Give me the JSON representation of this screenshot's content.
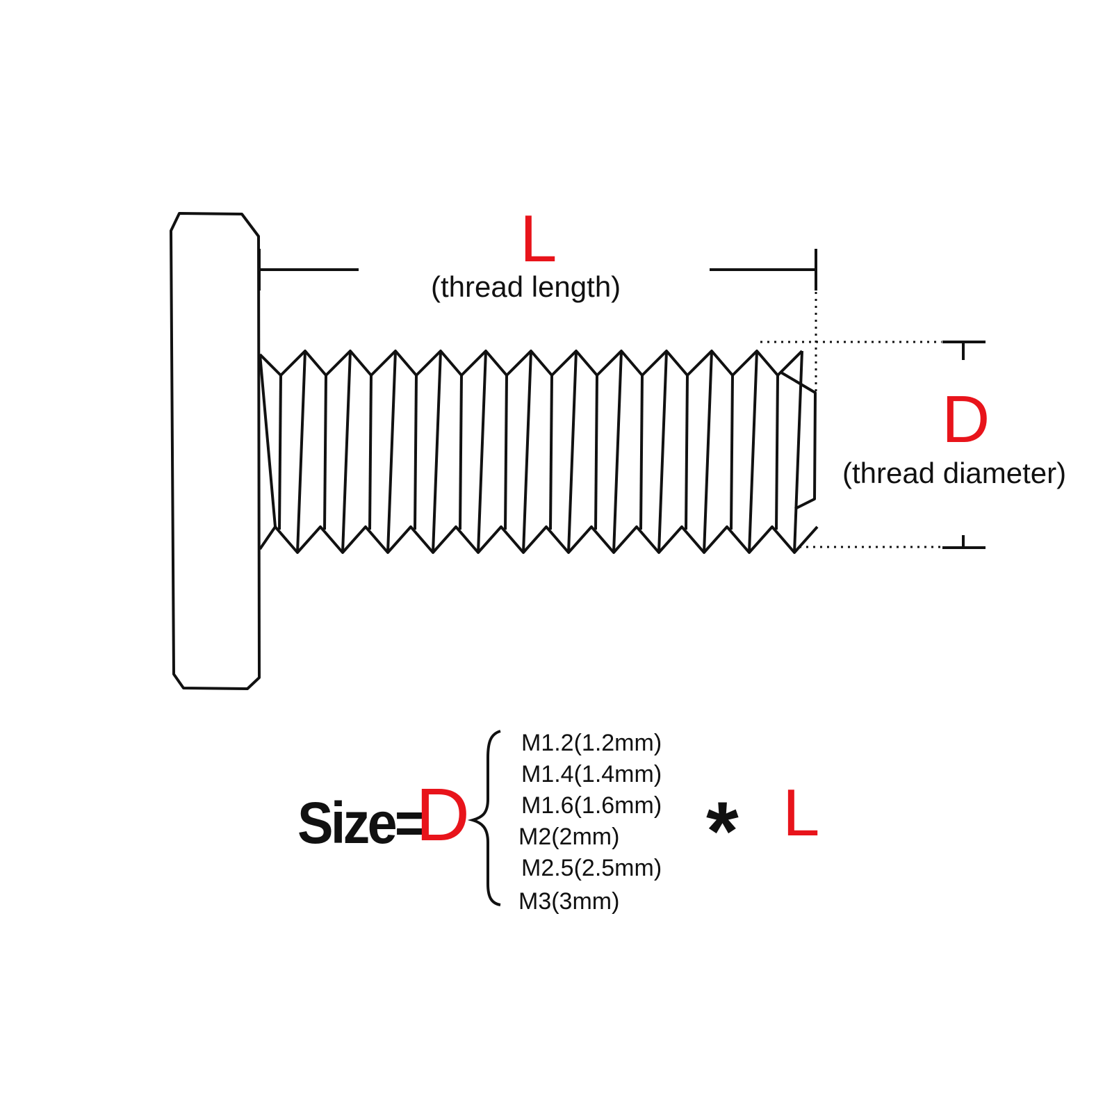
{
  "diagram": {
    "length_symbol": "L",
    "length_caption": "(thread length)",
    "diameter_symbol": "D",
    "diameter_caption": "(thread diameter)"
  },
  "formula": {
    "prefix": "Size=",
    "d_symbol": "D",
    "operator": "*",
    "l_symbol": "L",
    "diameter_options": [
      "M1.2(1.2mm)",
      "M1.4(1.4mm)",
      "M1.6(1.6mm)",
      "M2(2mm)",
      "M2.5(2.5mm)",
      "M3(3mm)"
    ]
  },
  "colors": {
    "accent": "#e8141b",
    "line": "#111111"
  }
}
